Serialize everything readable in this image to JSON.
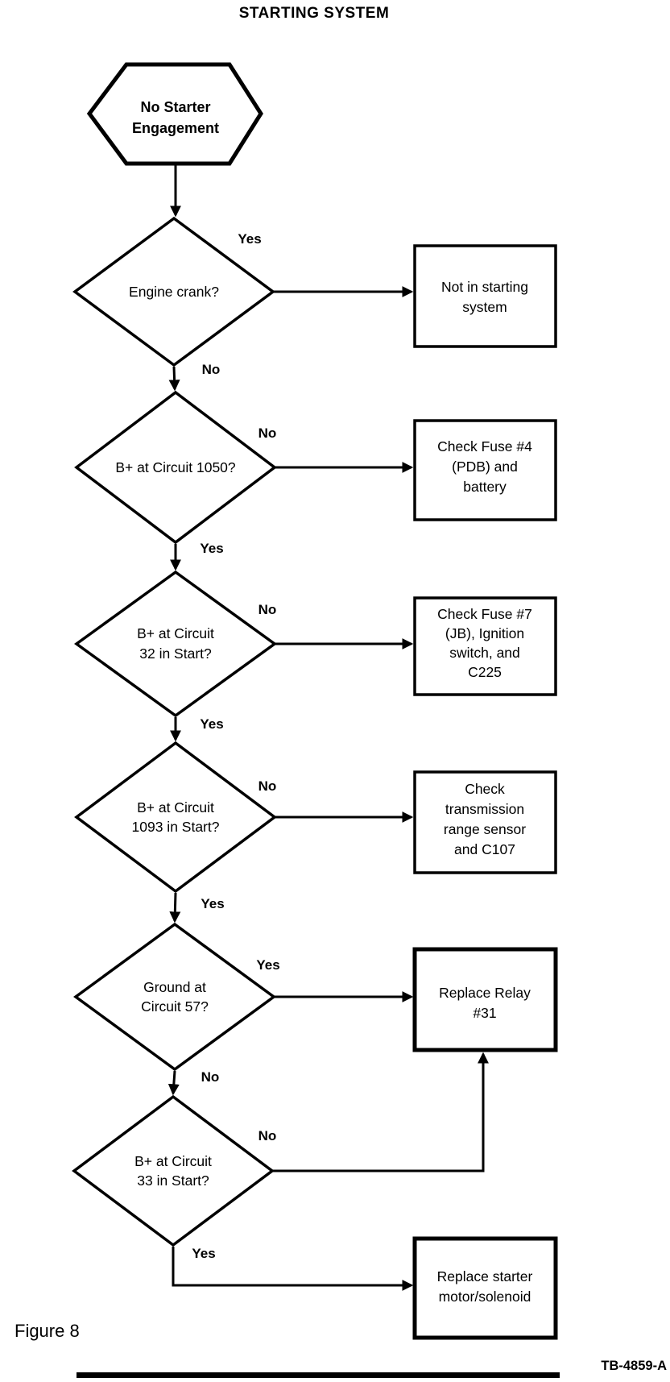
{
  "page": {
    "title": "STARTING SYSTEM",
    "figure_label": "Figure 8",
    "doc_ref": "TB-4859-A"
  },
  "flowchart": {
    "start": {
      "lines": [
        "No Starter",
        "Engagement"
      ]
    },
    "decisions": [
      {
        "question_lines": [
          "Engine crank?"
        ],
        "right_label": "Yes",
        "down_label": "No"
      },
      {
        "question_lines": [
          "B+ at Circuit 1050?"
        ],
        "right_label": "No",
        "down_label": "Yes"
      },
      {
        "question_lines": [
          "B+ at Circuit",
          "32 in Start?"
        ],
        "right_label": "No",
        "down_label": "Yes"
      },
      {
        "question_lines": [
          "B+ at Circuit",
          "1093 in Start?"
        ],
        "right_label": "No",
        "down_label": "Yes"
      },
      {
        "question_lines": [
          "Ground at",
          "Circuit 57?"
        ],
        "right_label": "Yes",
        "down_label": "No"
      },
      {
        "question_lines": [
          "B+ at Circuit",
          "33 in Start?"
        ],
        "right_label": "No",
        "down_label": "Yes"
      }
    ],
    "actions": [
      {
        "lines": [
          "Not in starting",
          "system"
        ]
      },
      {
        "lines": [
          "Check Fuse #4",
          "(PDB) and",
          "battery"
        ]
      },
      {
        "lines": [
          "Check Fuse #7",
          "(JB), Ignition",
          "switch, and",
          "C225"
        ]
      },
      {
        "lines": [
          "Check",
          "transmission",
          "range sensor",
          "and C107"
        ]
      },
      {
        "lines": [
          "Replace Relay",
          "#31"
        ]
      },
      {
        "lines": [
          "Replace starter",
          "motor/solenoid"
        ]
      }
    ]
  }
}
